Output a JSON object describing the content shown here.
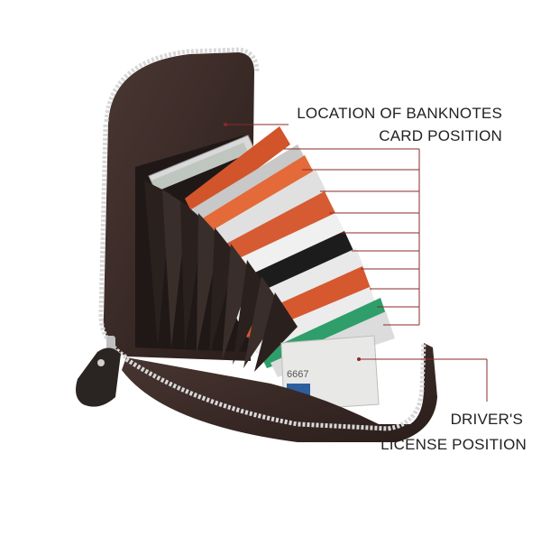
{
  "labels": {
    "banknotes": "LOCATION OF BANKNOTES",
    "card": "CARD POSITION",
    "license_line1": "DRIVER'S",
    "license_line2": "LICENSE POSITION"
  },
  "card_digits": "6667",
  "colors": {
    "leather": "#3a2a26",
    "leather_dark": "#241916",
    "zipper": "#cfcfcf",
    "leader_line": "#8a2a2a",
    "card_orange": "#d2542a",
    "card_green": "#2f9e6a"
  }
}
